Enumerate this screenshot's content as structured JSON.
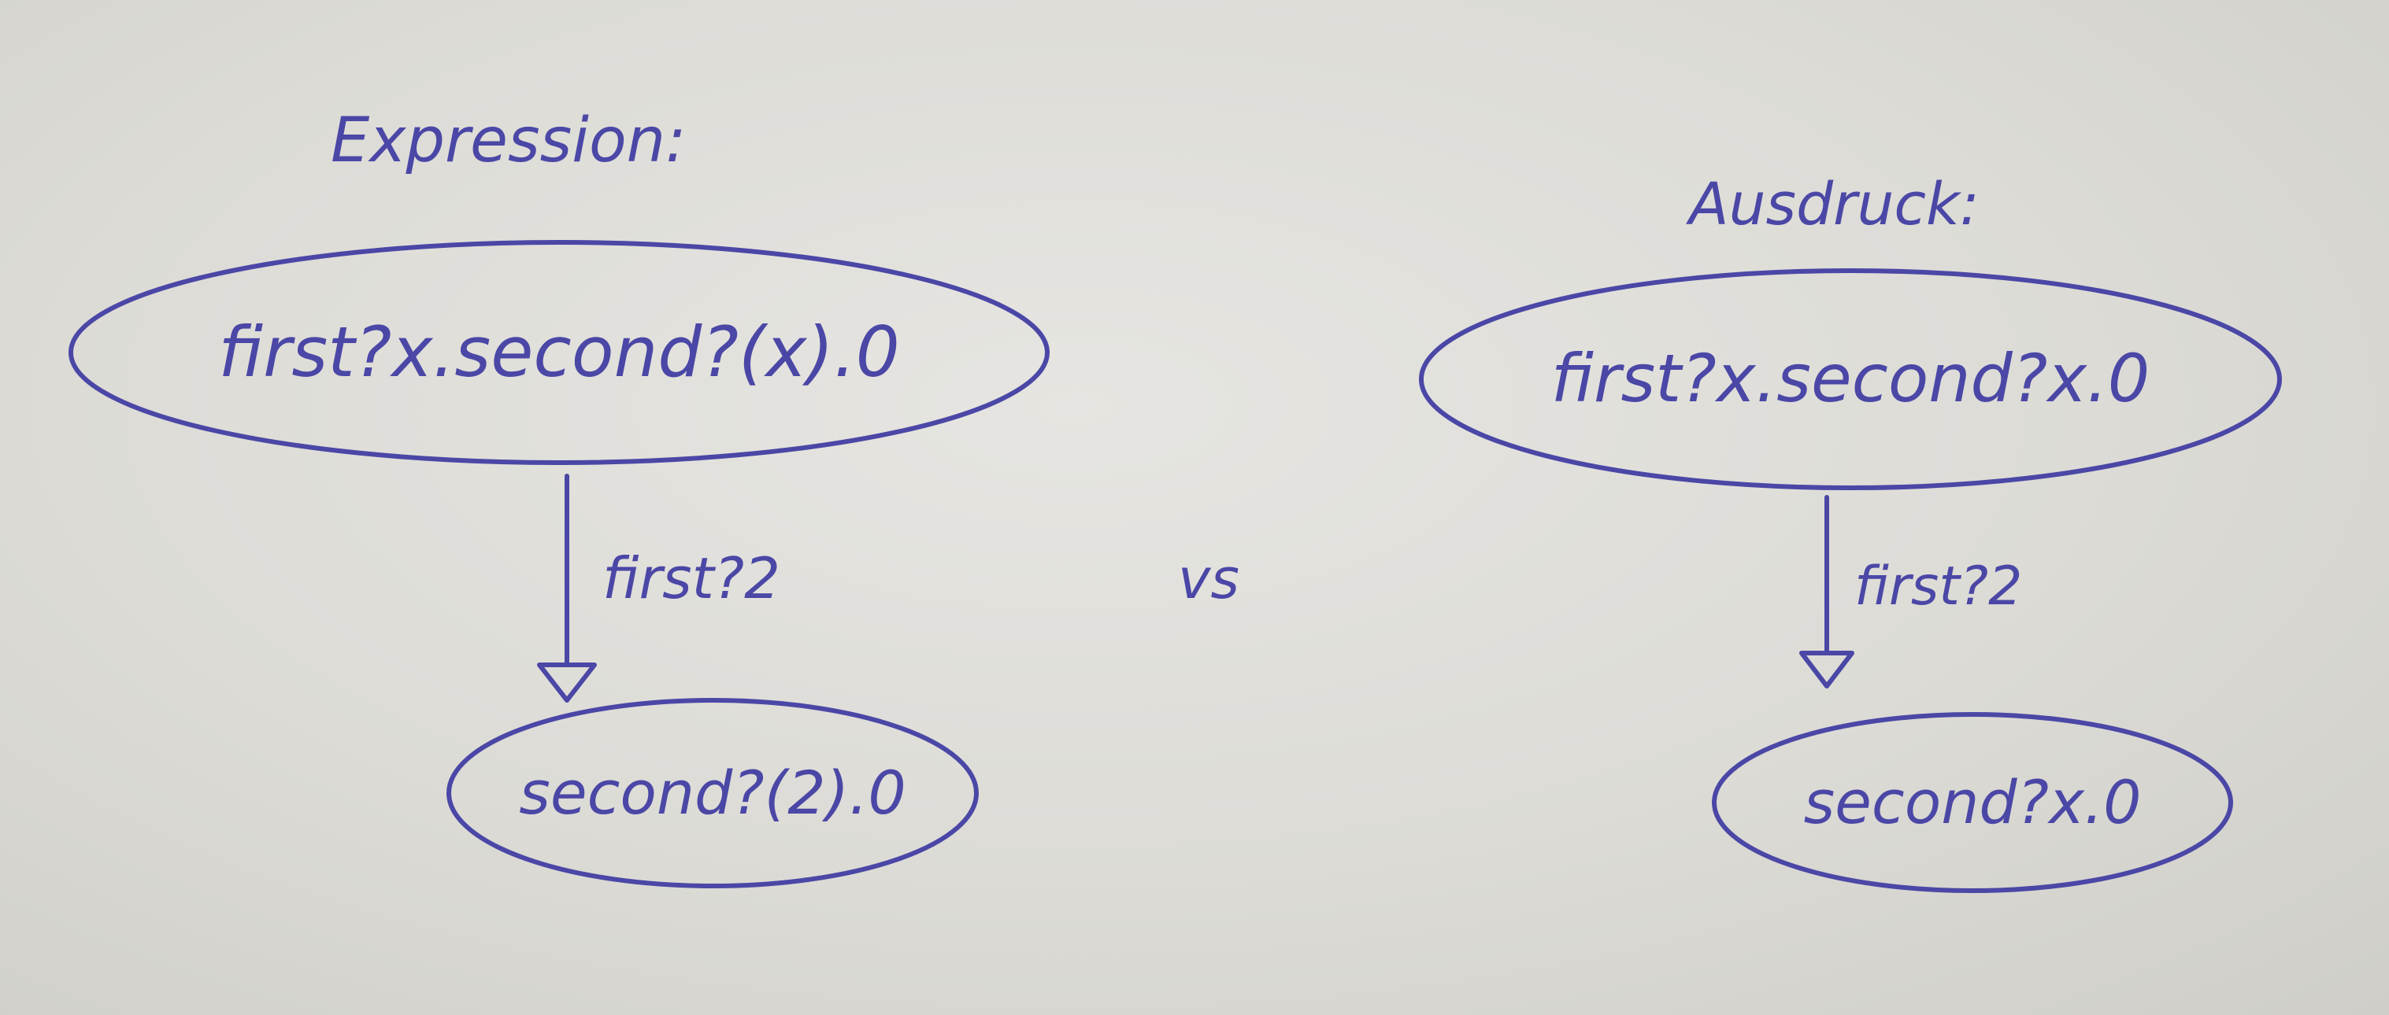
{
  "left": {
    "heading": "Expression:",
    "top_node": "first?x.second?(x).0",
    "edge_label": "first?2",
    "bottom_node": "second?(2).0"
  },
  "separator": "vs",
  "right": {
    "heading": "Ausdruck:",
    "top_node": "first?x.second?x.0",
    "edge_label": "first?2",
    "bottom_node": "second?x.0"
  },
  "colors": {
    "ink": "#4b47a6",
    "paper": "#dcdbd6"
  }
}
